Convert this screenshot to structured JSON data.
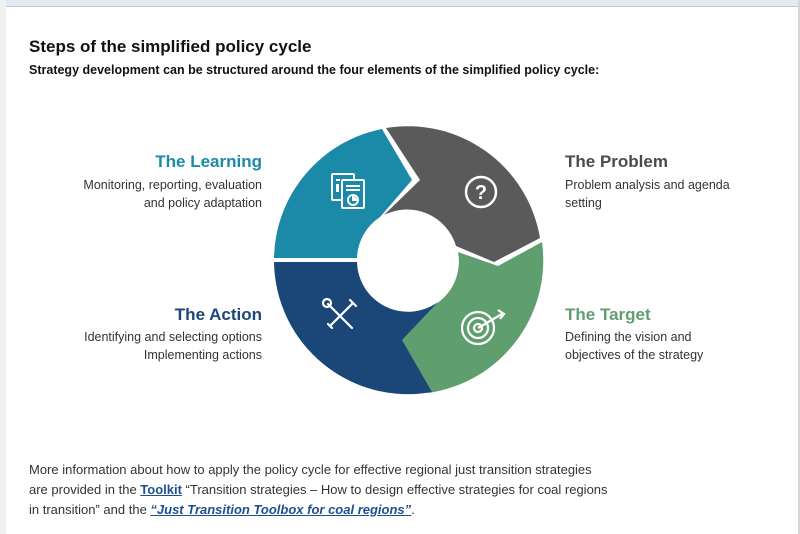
{
  "title": "Steps of the simplified policy cycle",
  "subtitle": "Strategy development can be structured around the four elements of the simplified policy cycle:",
  "steps": {
    "learning": {
      "heading": "The Learning",
      "desc_line1": "Monitoring, reporting, evaluation",
      "desc_line2": "and policy adaptation",
      "color": "#1a8aa8",
      "icon": "documents-chart-icon"
    },
    "problem": {
      "heading": "The Problem",
      "desc_line1": "Problem analysis and agenda",
      "desc_line2": "setting",
      "color": "#5a5a5a",
      "icon": "question-icon"
    },
    "action": {
      "heading": "The Action",
      "desc_line1": "Identifying and selecting options",
      "desc_line2": "Implementing actions",
      "color": "#1b4778",
      "icon": "tools-icon"
    },
    "target": {
      "heading": "The Target",
      "desc_line1": "Defining the vision and",
      "desc_line2": "objectives of the strategy",
      "color": "#5f9f6f",
      "icon": "target-arrow-icon"
    }
  },
  "info": {
    "line1": "More information about how to apply the policy cycle for effective regional just transition strategies",
    "line2_prefix": "are provided in the ",
    "toolkit_link": "Toolkit",
    "line2_suffix": " “Transition strategies – How to design effective strategies for coal regions",
    "line3_prefix": "in transition” and the ",
    "toolbox_link": "“Just Transition Toolbox for coal regions”",
    "line3_suffix": "."
  }
}
